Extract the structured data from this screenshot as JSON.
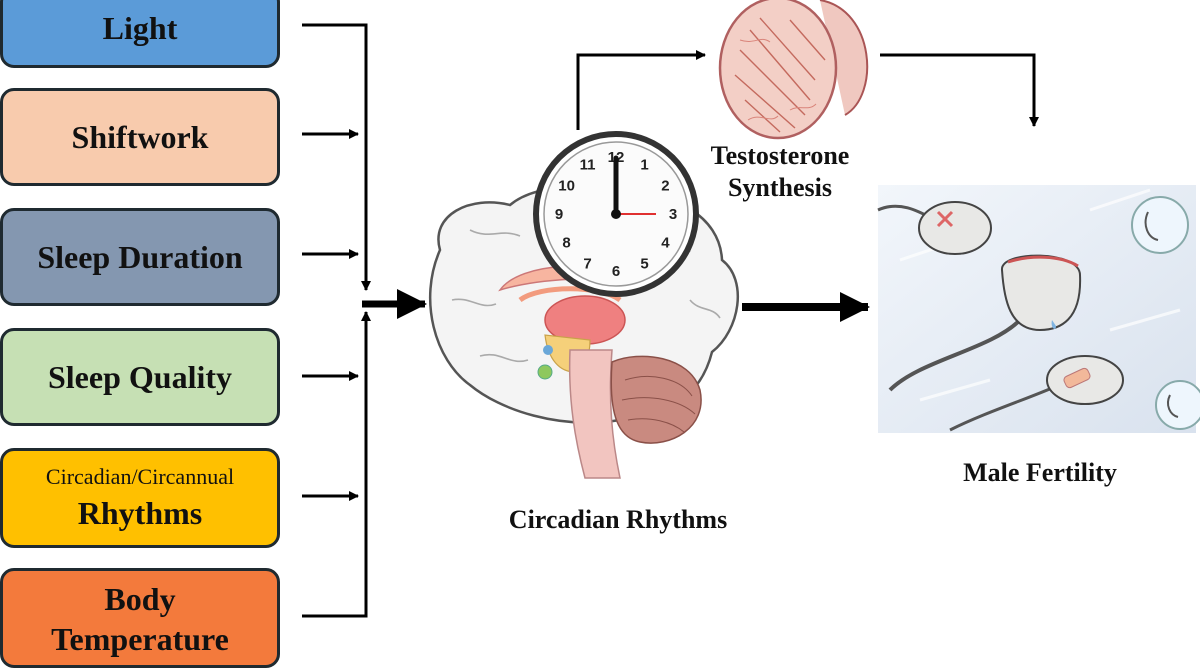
{
  "factors": [
    {
      "label": "Light",
      "color": "#5b9bd8"
    },
    {
      "label": "Shiftwork",
      "color": "#f8cbad"
    },
    {
      "label": "Sleep Duration",
      "color": "#8497b0"
    },
    {
      "label": "Sleep Quality",
      "color": "#c6e0b4"
    },
    {
      "label_small": "Circadian/Circannual",
      "label": "Rhythms",
      "color": "#ffc000"
    },
    {
      "label": "Body",
      "label_cut": "Temperature",
      "color": "#f37a3c"
    }
  ],
  "center": {
    "label": "Circadian Rhythms"
  },
  "testis": {
    "label_line1": "Testosterone",
    "label_line2": "Synthesis"
  },
  "outcome": {
    "label": "Male Fertility"
  },
  "clock_numbers": [
    "12",
    "1",
    "2",
    "3",
    "4",
    "5",
    "6",
    "7",
    "8",
    "9",
    "10",
    "11"
  ]
}
